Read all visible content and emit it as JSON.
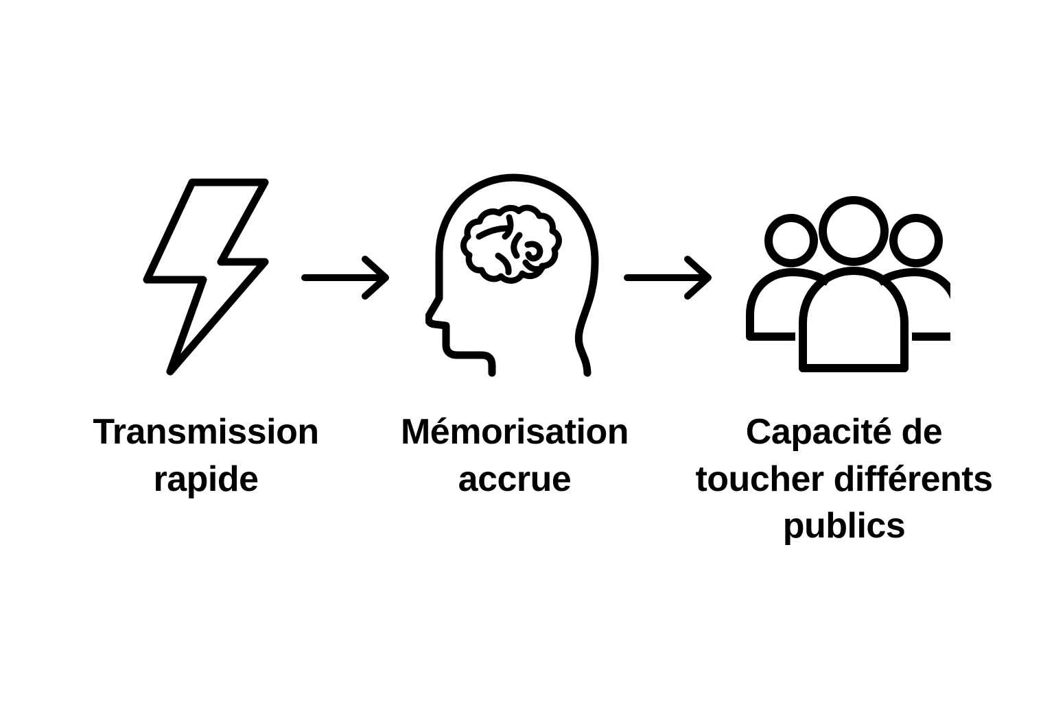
{
  "meta": {
    "background_color": "#ffffff",
    "ink_color": "#000000",
    "orientation": "horizontal-three-step-flow"
  },
  "steps": [
    {
      "id": "step-1",
      "icon": "lightning-bolt-icon",
      "caption": "Transmission\nrapide"
    },
    {
      "id": "step-2",
      "icon": "head-with-brain-icon",
      "caption": "Mémorisation\naccrue"
    },
    {
      "id": "step-3",
      "icon": "group-of-people-icon",
      "caption": "Capacité de\ntoucher différents\npublics"
    }
  ],
  "connectors": [
    {
      "id": "arrow-1",
      "icon": "arrow-right-icon",
      "from": "step-1",
      "to": "step-2"
    },
    {
      "id": "arrow-2",
      "icon": "arrow-right-icon",
      "from": "step-2",
      "to": "step-3"
    }
  ]
}
